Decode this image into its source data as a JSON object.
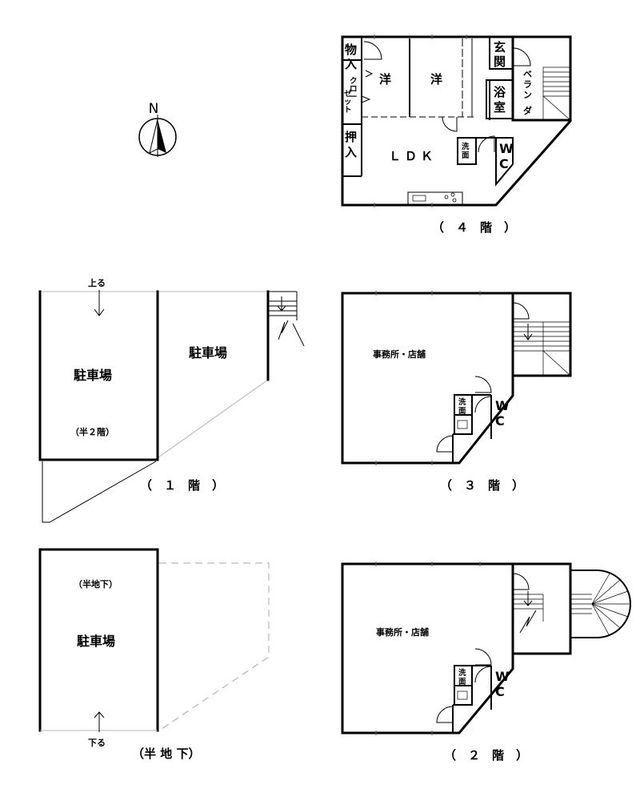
{
  "compass": {
    "label": "N"
  },
  "floor4": {
    "caption": "（　４　階　）",
    "rooms": {
      "storage_a": "物",
      "storage_b": "入",
      "closet_a": "ク",
      "closet_b": "ロ",
      "closet_c": "ー",
      "closet_d": "ゼ",
      "closet_e": "ッ",
      "closet_f": "ト",
      "western1": "洋",
      "western2": "洋",
      "closet2_a": "押",
      "closet2_b": "入",
      "ldk": "ＬＤＫ",
      "entrance_a": "玄",
      "entrance_b": "関",
      "bath_a": "浴",
      "bath_b": "室",
      "veranda": [
        "ベ",
        "ラ",
        "ン",
        "ダ"
      ],
      "wash_a": "洗",
      "wash_b": "面",
      "wc_a": "W",
      "wc_b": "C"
    }
  },
  "floor1": {
    "caption": "（　１　階　）",
    "up_label": "上る",
    "parking_left": "駐車場",
    "half_second": "（半２階）",
    "parking_right": "駐車場"
  },
  "floor3": {
    "caption": "（　３　階　）",
    "office": "事務所・店舗",
    "wash_a": "洗",
    "wash_b": "面",
    "wc_a": "W",
    "wc_b": "C"
  },
  "basement": {
    "caption": "（半 地 下）",
    "half_basement": "（半地下）",
    "parking": "駐車場",
    "down_label": "下る"
  },
  "floor2": {
    "caption": "（　２　階　）",
    "office": "事務所・店舗",
    "wash_a": "洗",
    "wash_b": "面",
    "wc_a": "W",
    "wc_b": "C"
  }
}
